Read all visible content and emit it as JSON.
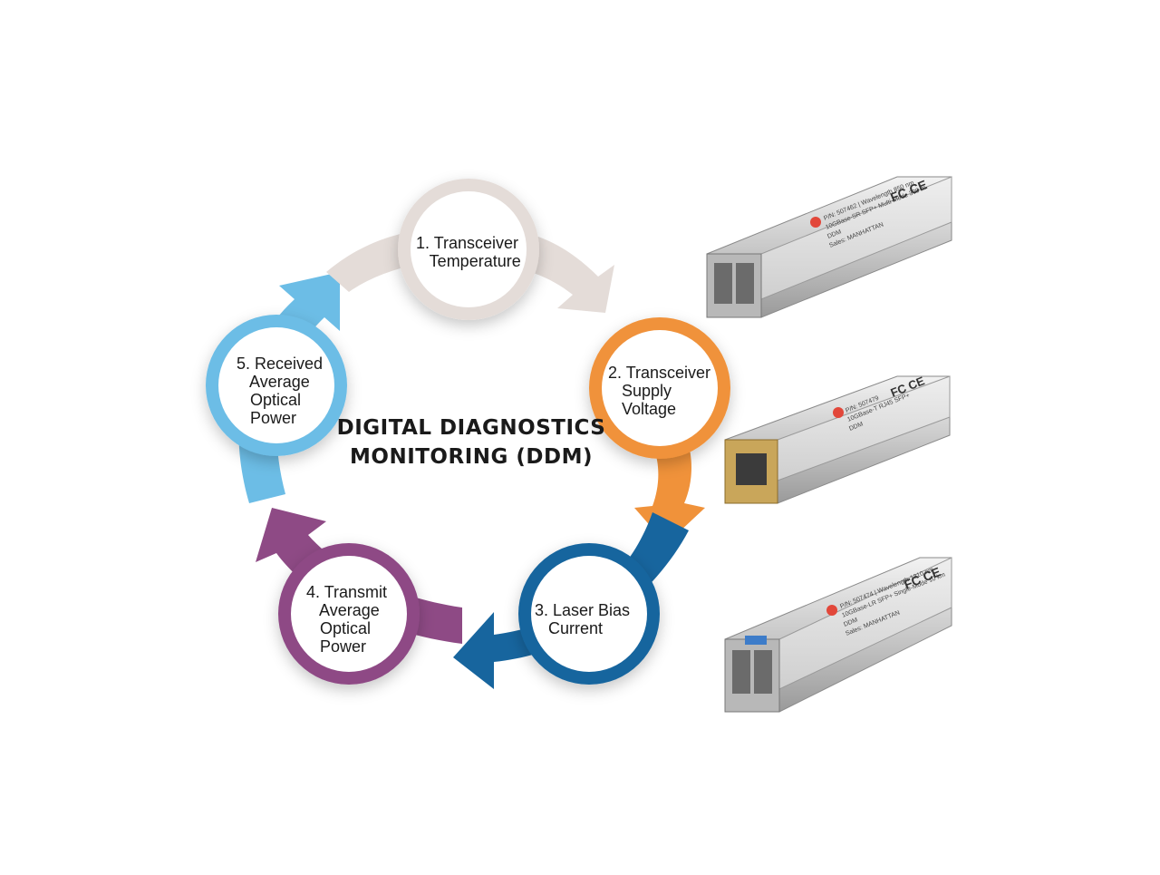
{
  "diagram": {
    "title_line1": "DIGITAL DIAGNOSTICS",
    "title_line2": "MONITORING (DDM)",
    "nodes": [
      {
        "label": "1. Transceiver\n   Temperature",
        "color": "#e4dcd8"
      },
      {
        "label": "2. Transceiver\n   Supply\n   Voltage",
        "color": "#f0923a"
      },
      {
        "label": "3. Laser Bias\n   Current",
        "color": "#17659e"
      },
      {
        "label": "4. Transmit\n   Average\n   Optical\n   Power",
        "color": "#8e4a85"
      },
      {
        "label": "5. Received\n   Average\n   Optical\n   Power",
        "color": "#6cbde6"
      }
    ]
  },
  "products": [
    {
      "name": "sfp-module-lc-optical",
      "label_lines": [
        "P/N: 507462 | Wavelength 850 nm",
        "10GBase-SR SFP+ Multi-Mode 300 m",
        "DDM",
        "Sales: MANHATTAN"
      ]
    },
    {
      "name": "sfp-module-rj45-copper",
      "label_lines": [
        "P/N: 507479",
        "10GBase-T RJ45 SFP+",
        "DDM"
      ]
    },
    {
      "name": "sfp-module-lc-singlemode",
      "label_lines": [
        "P/N: 507474 | Wavelength 1310 nm",
        "10GBase-LR SFP+ Single-Mode 10 km",
        "DDM",
        "Sales: MANHATTAN"
      ]
    }
  ]
}
